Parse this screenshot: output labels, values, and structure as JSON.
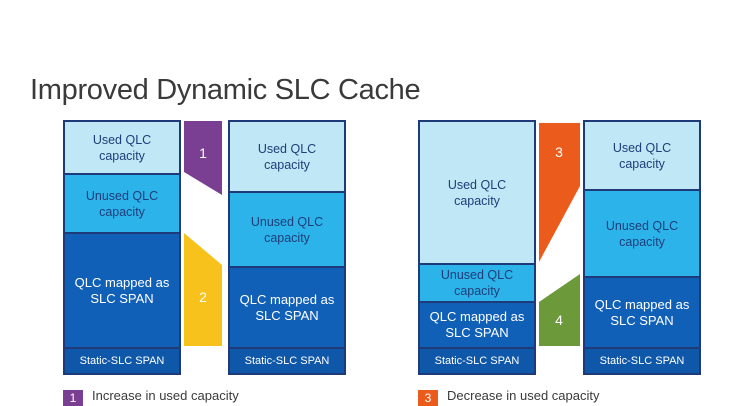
{
  "title": "Improved Dynamic SLC Cache",
  "labels": {
    "used_qlc": "Used QLC capacity",
    "unused_qlc": "Unused QLC capacity",
    "qlc_mapped": "QLC mapped as SLC SPAN",
    "static_slc": "Static-SLC SPAN"
  },
  "markers": [
    {
      "num": "1",
      "color": "#7a3f93"
    },
    {
      "num": "2",
      "color": "#f7c21b"
    },
    {
      "num": "3",
      "color": "#ea5b1c"
    },
    {
      "num": "4",
      "color": "#6c9a3a"
    }
  ],
  "legend": [
    {
      "num": "1",
      "text": "Increase in used capacity",
      "color": "#7a3f93"
    },
    {
      "num": "3",
      "text": "Decrease in used capacity",
      "color": "#ea5b1c"
    }
  ]
}
